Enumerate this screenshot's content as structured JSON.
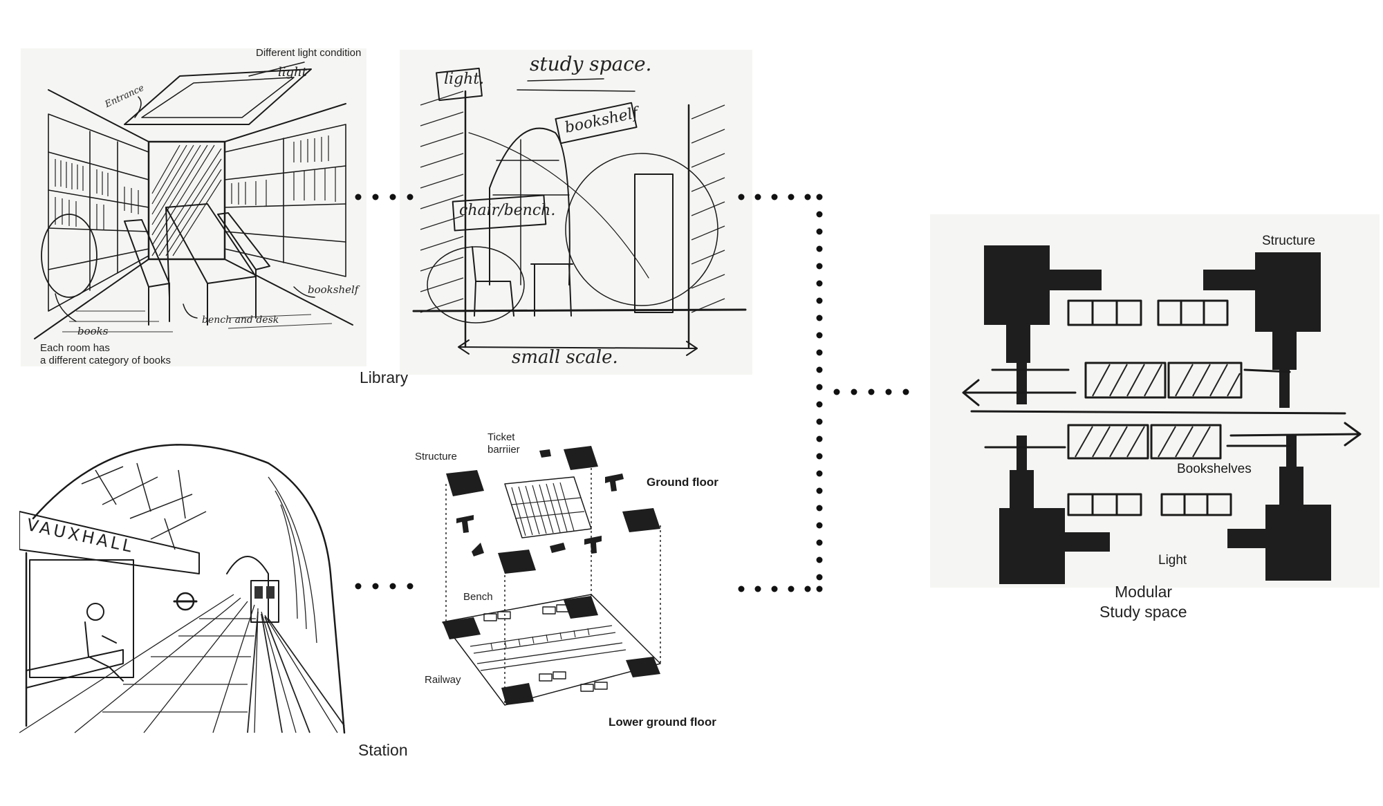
{
  "library": {
    "caption": "Library",
    "light_condition_label": "Different light condition",
    "light_label": "light",
    "entrance_label": "Entrance",
    "bookshelf_label": "bookshelf",
    "books_label": "books",
    "bench_desk_label": "bench and desk",
    "note_line1": "Each room has",
    "note_line2": "a different category of books"
  },
  "study_sketch": {
    "title": "study space.",
    "light_label": "light.",
    "bookshelf_label": "bookshelf",
    "chair_bench_label": "chair/bench.",
    "scale_label": "small scale."
  },
  "station": {
    "caption": "Station",
    "sign_text": "VAUXHALL"
  },
  "axonometric": {
    "structure_label": "Structure",
    "ticket_label_line1": "Ticket",
    "ticket_label_line2": "barriier",
    "ground_floor_label": "Ground floor",
    "bench_label": "Bench",
    "railway_label": "Railway",
    "lower_ground_label": "Lower ground floor"
  },
  "modular": {
    "structure_label": "Structure",
    "bookshelves_label": "Bookshelves",
    "light_label": "Light",
    "caption_line1": "Modular",
    "caption_line2": "Study space"
  }
}
